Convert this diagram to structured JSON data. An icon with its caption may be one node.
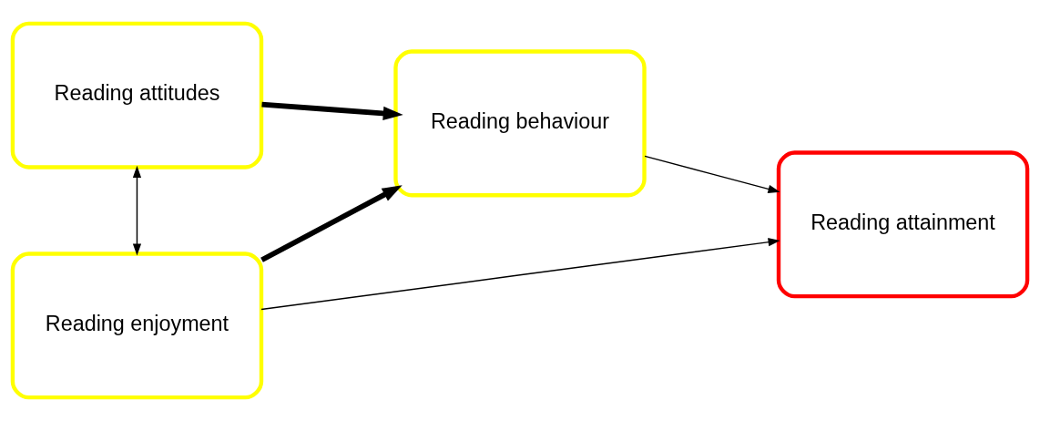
{
  "diagram": {
    "nodes": [
      {
        "text": [
          "Reading enjoyment"
        ]
      },
      {
        "text": [
          "Reading attitudes"
        ]
      },
      {
        "text": [
          "Reading behaviour"
        ]
      },
      {
        "text": [
          "Reading attainment"
        ]
      }
    ],
    "edges": [
      {
        "from": 0,
        "to": 2,
        "arrow": "to",
        "style": "thick"
      },
      {
        "from": 0,
        "to": 3,
        "arrow": "to"
      },
      {
        "from": 1,
        "to": 2,
        "arrow": "to",
        "style": "thick"
      },
      {
        "from": 2,
        "to": 3,
        "arrow": "to"
      },
      {
        "from": 0,
        "to": 1,
        "arrow": "both"
      }
    ]
  }
}
